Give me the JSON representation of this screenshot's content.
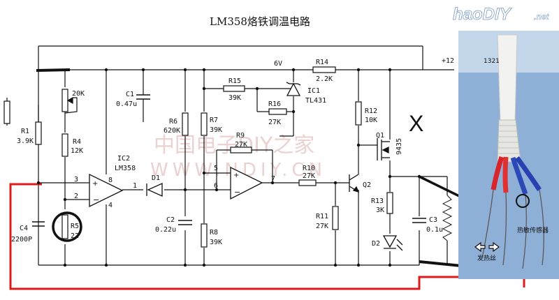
{
  "title": "LM358烙铁调温电路",
  "watermark": {
    "line1": "中国电子DIY之家",
    "line2": "WWW.NDIY.CN"
  },
  "logo": {
    "text": "haoDIY",
    "suffix": ".net"
  },
  "photo": {
    "number": "1321",
    "sensor_label": "热敏传感器",
    "heater_label": "发热丝"
  },
  "annotations": {
    "cross_mark": "X"
  },
  "components": {
    "r1": {
      "name": "R1",
      "value": "3.9K"
    },
    "pot": {
      "value": "20K"
    },
    "r4": {
      "name": "R4",
      "value": "12K"
    },
    "r5": {
      "name": "R5",
      "value": "22"
    },
    "c4": {
      "name": "C4",
      "value": "2200P"
    },
    "c1": {
      "name": "C1",
      "value": "0.47u"
    },
    "ic2": {
      "name": "IC2",
      "value": "LM358"
    },
    "d1": {
      "name": "D1"
    },
    "r6": {
      "name": "R6",
      "value": "620K"
    },
    "c2": {
      "name": "C2",
      "value": "0.22u"
    },
    "r7": {
      "name": "R7",
      "value": "39K"
    },
    "r8": {
      "name": "R8",
      "value": "39K"
    },
    "r15": {
      "name": "R15",
      "value": "39K"
    },
    "r16": {
      "name": "R16",
      "value": "27K"
    },
    "r9": {
      "name": "R9",
      "value": "27K"
    },
    "r10": {
      "name": "R10",
      "value": "27K"
    },
    "r11": {
      "name": "R11",
      "value": "27K"
    },
    "ic1": {
      "name": "IC1",
      "value": "TL431"
    },
    "r14": {
      "name": "R14",
      "value": "2.2K"
    },
    "r12": {
      "name": "R12",
      "value": "10K"
    },
    "r13": {
      "name": "R13",
      "value": "3K"
    },
    "q1": {
      "name": "Q1",
      "part": "9435"
    },
    "q2": {
      "name": "Q2"
    },
    "d2": {
      "name": "D2"
    },
    "c3": {
      "name": "C3",
      "value": "0.1u"
    }
  },
  "nets": {
    "v6": "6V",
    "vplus": "+12"
  },
  "pins": {
    "p8": "8",
    "p3": "3",
    "p2": "2",
    "p4": "4",
    "p1": "1",
    "p5": "5",
    "p6": "6",
    "p7": "7"
  }
}
